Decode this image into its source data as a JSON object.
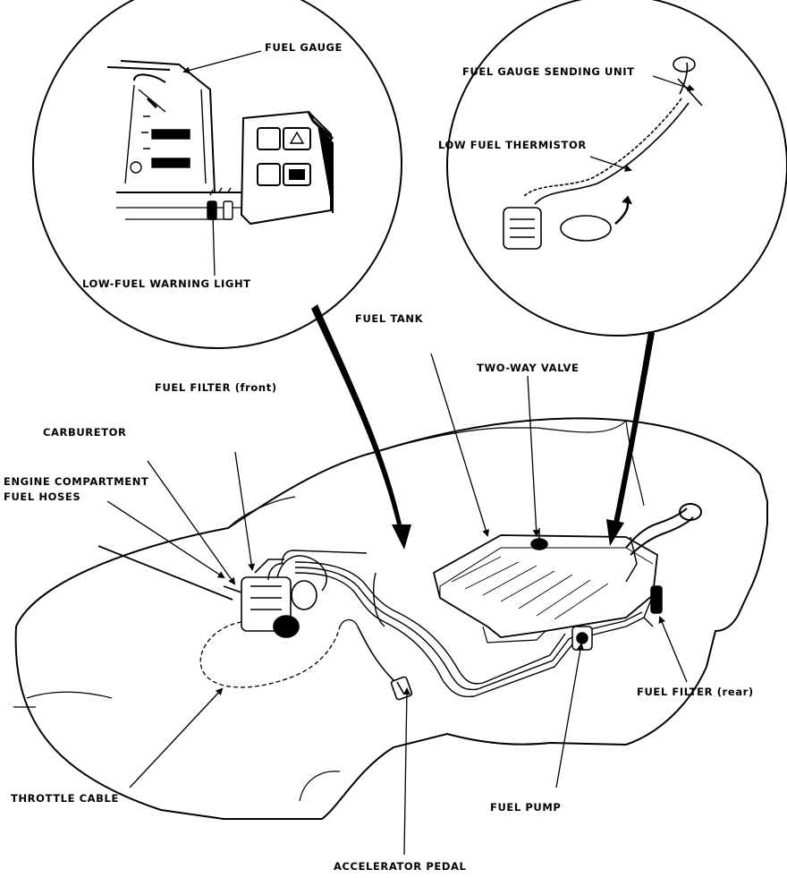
{
  "labels": {
    "fuel_gauge": "FUEL GAUGE",
    "fuel_gauge_sending_unit": "FUEL GAUGE SENDING UNIT",
    "low_fuel_thermistor": "LOW FUEL THERMISTOR",
    "low_fuel_warning_light": "LOW-FUEL WARNING LIGHT",
    "fuel_tank": "FUEL TANK",
    "two_way_valve": "TWO-WAY VALVE",
    "fuel_filter_front": "FUEL FILTER (front)",
    "carburetor": "CARBURETOR",
    "engine_compartment_fuel_hoses_1": "ENGINE COMPARTMENT",
    "engine_compartment_fuel_hoses_2": "FUEL HOSES",
    "fuel_filter_rear": "FUEL FILTER (rear)",
    "throttle_cable": "THROTTLE CABLE",
    "fuel_pump": "FUEL PUMP",
    "accelerator_pedal": "ACCELERATOR PEDAL"
  }
}
